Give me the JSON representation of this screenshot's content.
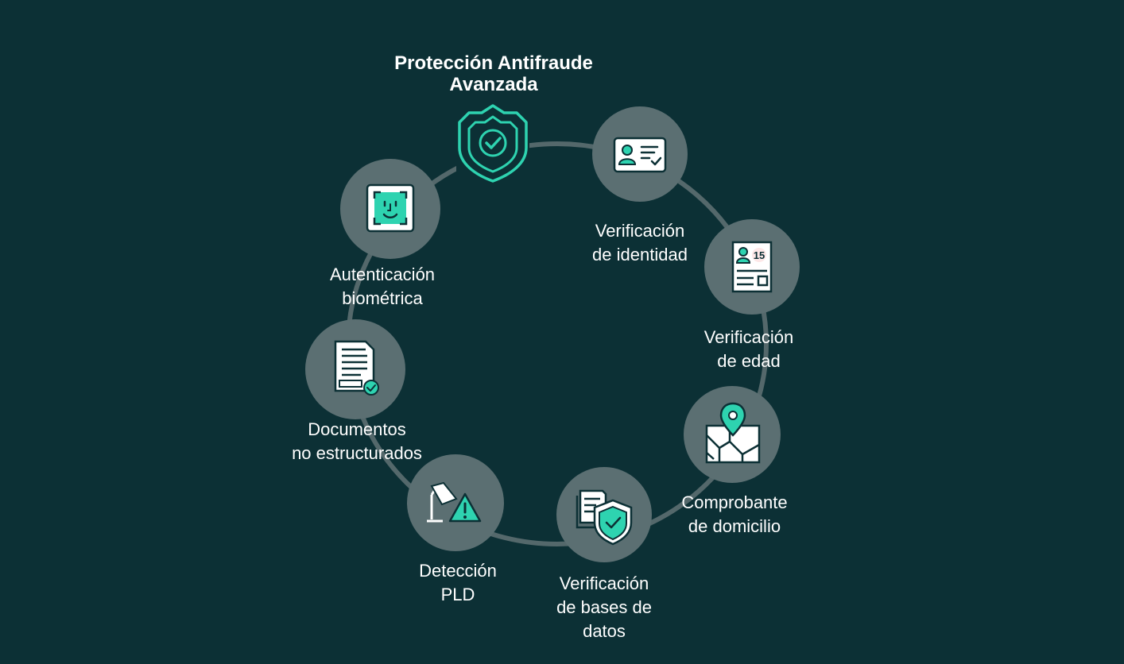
{
  "title": {
    "line1": "Protección Antifraude",
    "line2": "Avanzada"
  },
  "colors": {
    "background": "#0c3035",
    "ring": "#54686b",
    "node_fill": "#5b6f72",
    "accent": "#2ed3b0",
    "icon_paper": "#ffffff",
    "icon_ink": "#0c3035"
  },
  "nodes": [
    {
      "id": "verificacion-identidad",
      "icon": "id-card-icon",
      "label": [
        "Verificación",
        "de identidad"
      ]
    },
    {
      "id": "verificacion-edad",
      "icon": "age-document-icon",
      "badge": "15",
      "label": [
        "Verificación",
        "de edad"
      ]
    },
    {
      "id": "comprobante-domicilio",
      "icon": "map-pin-icon",
      "label": [
        "Comprobante",
        "de domicilio"
      ]
    },
    {
      "id": "verificacion-bases-datos",
      "icon": "database-shield-icon",
      "label": [
        "Verificación",
        "de bases de",
        "datos"
      ]
    },
    {
      "id": "deteccion-pld",
      "icon": "lamp-warning-icon",
      "label": [
        "Detección",
        "PLD"
      ]
    },
    {
      "id": "documentos-no-estructurados",
      "icon": "document-check-icon",
      "label": [
        "Documentos",
        "no estructurados"
      ]
    },
    {
      "id": "autenticacion-biometrica",
      "icon": "face-scan-icon",
      "label": [
        "Autenticación",
        "biométrica"
      ]
    }
  ]
}
